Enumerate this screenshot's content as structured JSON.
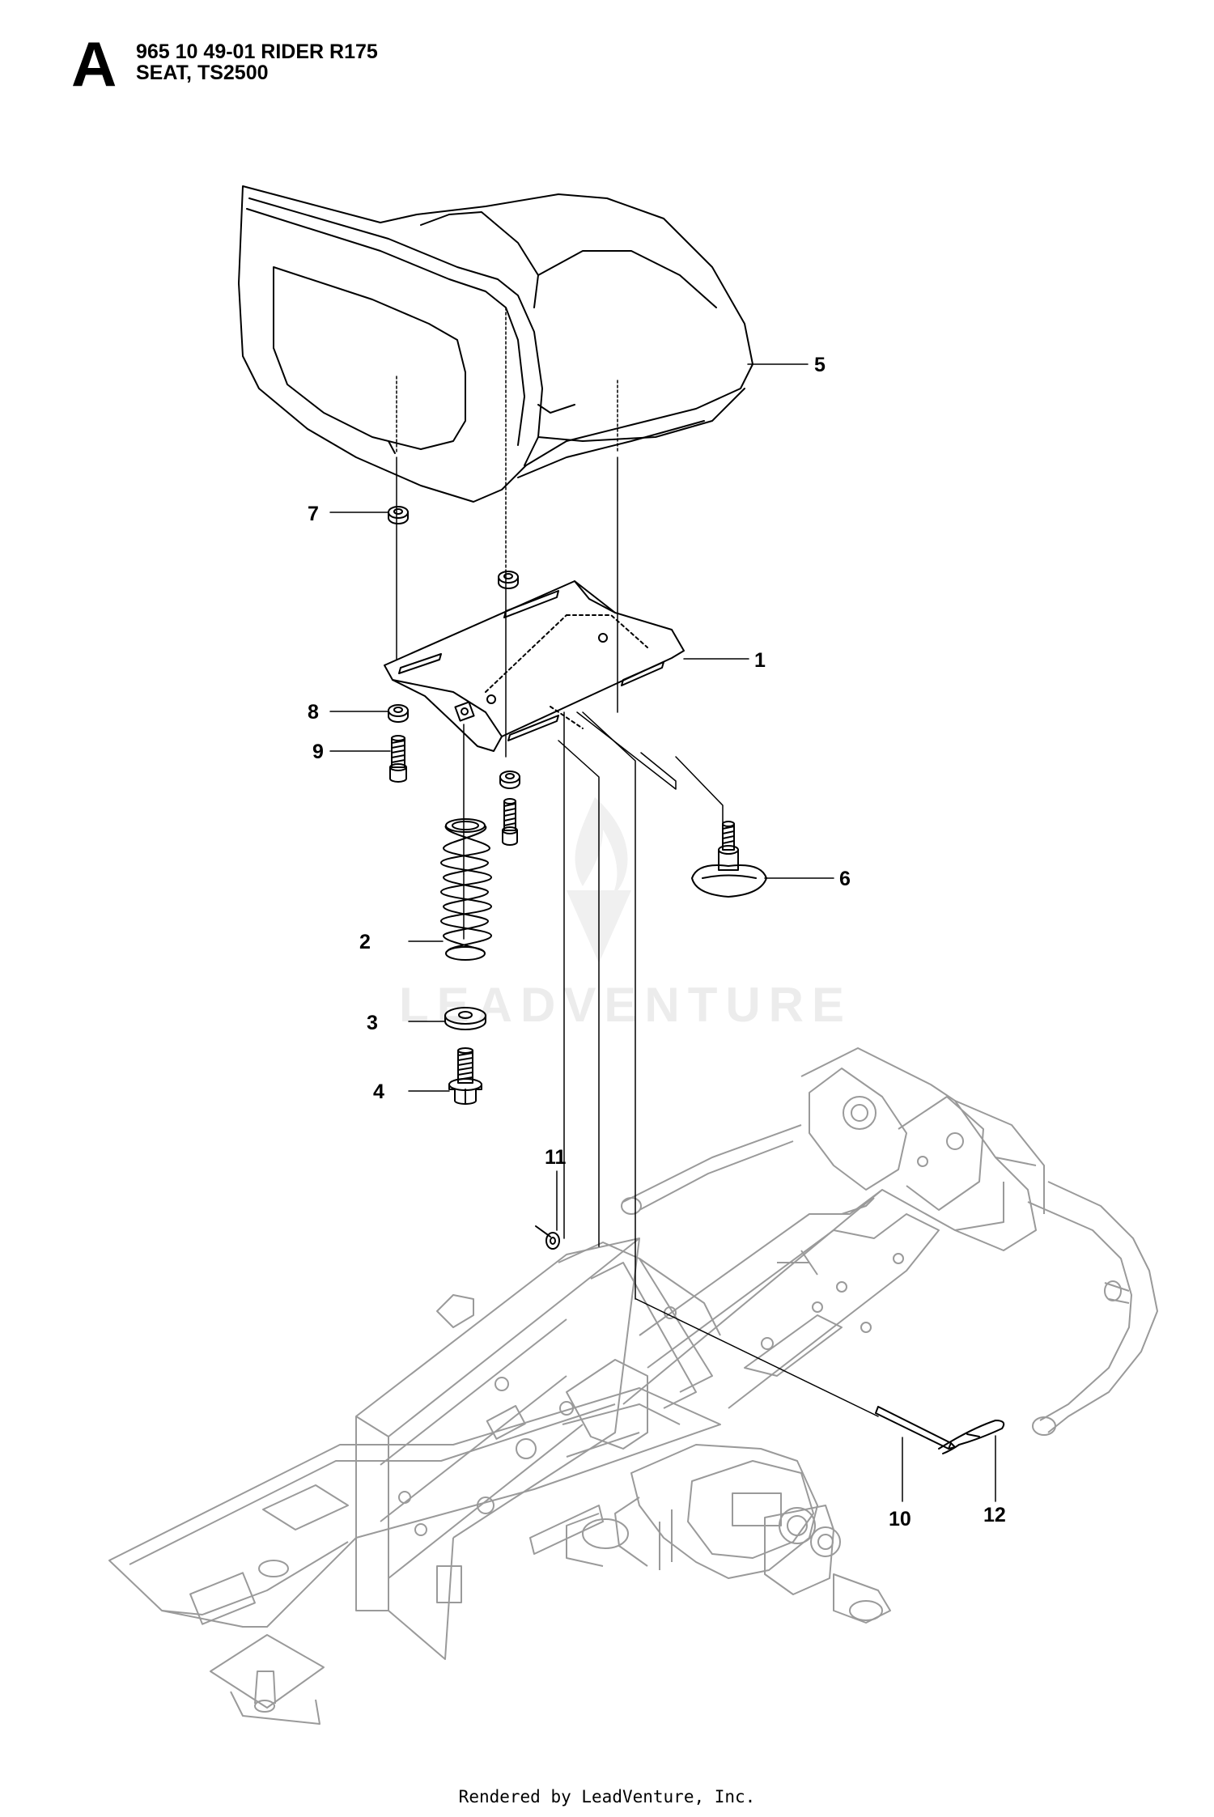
{
  "header": {
    "section_letter": "A",
    "line1": "965 10 49-01 RIDER R175",
    "line2": "SEAT, TS2500"
  },
  "watermark": {
    "text": "LEADVENTURE"
  },
  "callouts": {
    "c1": "1",
    "c2": "2",
    "c3": "3",
    "c4": "4",
    "c5": "5",
    "c6": "6",
    "c7": "7",
    "c8": "8",
    "c9": "9",
    "c10": "10",
    "c11": "11",
    "c12": "12"
  },
  "parts": [
    {
      "ref": "1",
      "name": "seat-mounting-plate"
    },
    {
      "ref": "2",
      "name": "coil-spring"
    },
    {
      "ref": "3",
      "name": "flat-washer"
    },
    {
      "ref": "4",
      "name": "flange-bolt"
    },
    {
      "ref": "5",
      "name": "seat-cushion"
    },
    {
      "ref": "6",
      "name": "adjustment-knob"
    },
    {
      "ref": "7",
      "name": "washer"
    },
    {
      "ref": "8",
      "name": "washer"
    },
    {
      "ref": "9",
      "name": "bolt"
    },
    {
      "ref": "10",
      "name": "pivot-pin"
    },
    {
      "ref": "11",
      "name": "retaining-clip"
    },
    {
      "ref": "12",
      "name": "hair-pin-clip"
    }
  ],
  "footer": {
    "text": "Rendered by LeadVenture, Inc."
  },
  "colors": {
    "line": "#000000",
    "frame": "#9a9a9a",
    "watermark": "#ececec"
  }
}
